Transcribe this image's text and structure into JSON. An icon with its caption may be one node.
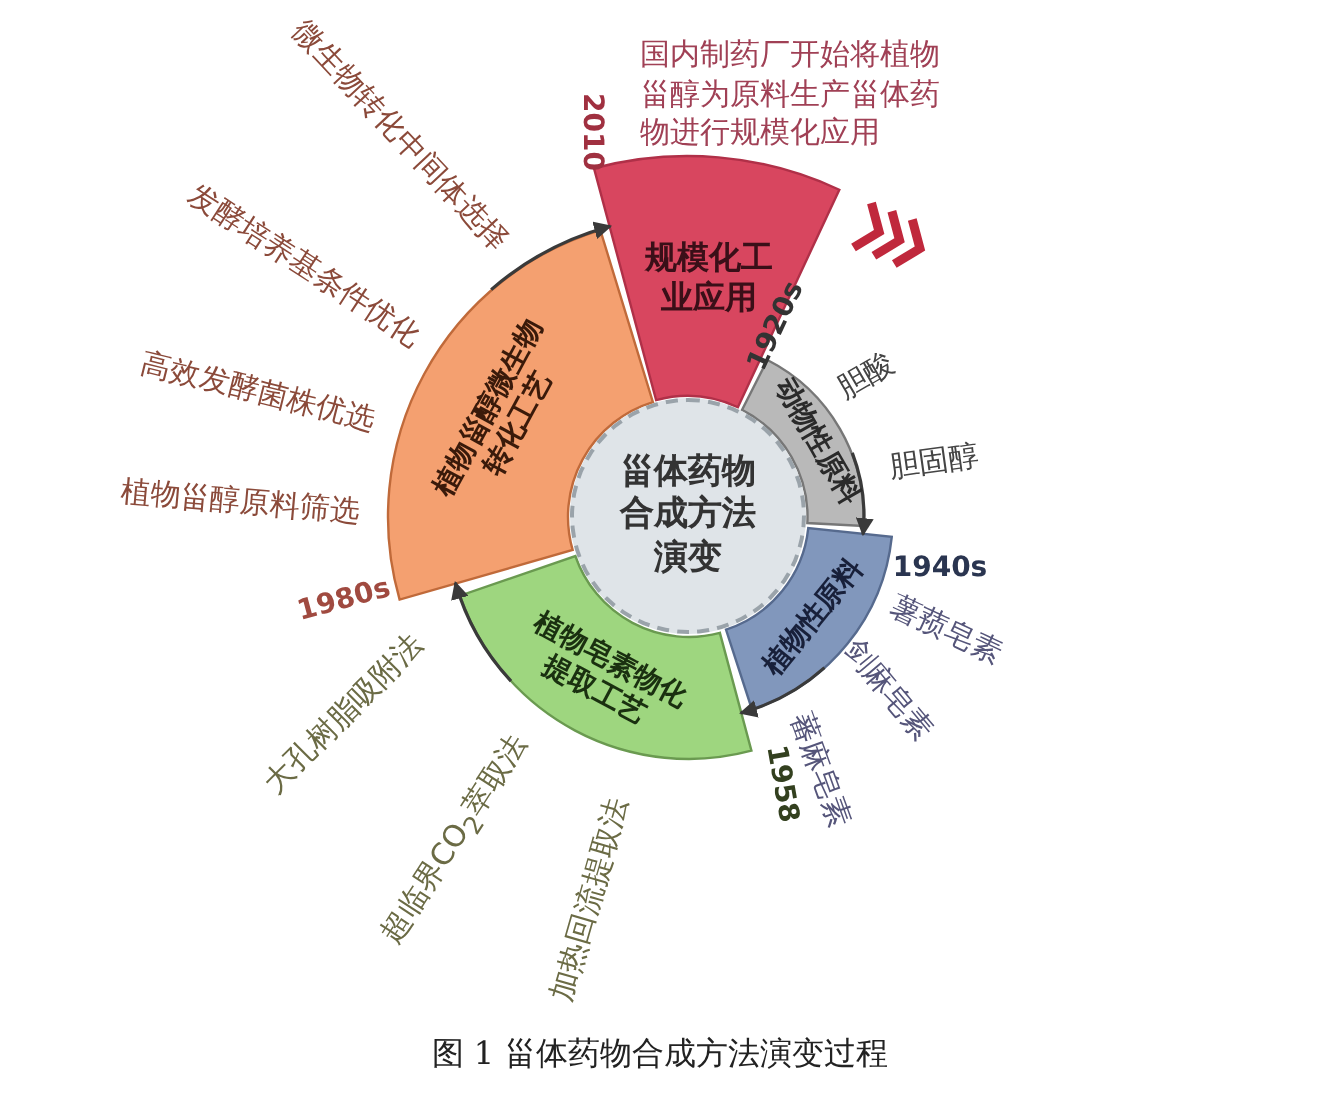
{
  "diagram": {
    "caption": "图 1 甾体药物合成方法演变过程",
    "nodes": [
      {
        "text": [
          "甾体药物合成方法演变"
        ]
      },
      {
        "text": [
          "规模化工业应用"
        ],
        "beside": [
          "2010",
          "国内制药厂开始将植物甾醇为原料生产甾体药物进行规模化应用"
        ]
      },
      {
        "text": [
          "动物性原料"
        ],
        "beside": [
          "1920s"
        ]
      },
      {
        "text": [
          "植物性原料"
        ],
        "beside": [
          "1940s"
        ]
      },
      {
        "text": [
          "植物皂素物化提取工艺"
        ],
        "beside": [
          "1958"
        ]
      },
      {
        "text": [
          "植物甾醇微生物转化工艺"
        ],
        "beside": [
          "1980s"
        ]
      }
    ],
    "edges": [
      {
        "from": 2,
        "to": 3,
        "arrow": "to"
      },
      {
        "from": 3,
        "to": 4,
        "arrow": "to"
      },
      {
        "from": 4,
        "to": 5,
        "arrow": "to"
      },
      {
        "from": 5,
        "to": 1,
        "arrow": "to"
      }
    ],
    "labels": [
      "微生物转化中间体选择",
      "发酵培养基条件优化",
      "高效发酵菌株优选",
      "植物甾醇原料筛选",
      "胆酸",
      "胆固醇",
      "薯蓣皂素",
      "剑麻皂素",
      "蕃麻皂素",
      "大孔树脂吸附法",
      "超临界CO$_{2}$萃取法",
      "加热回流提取法"
    ]
  }
}
